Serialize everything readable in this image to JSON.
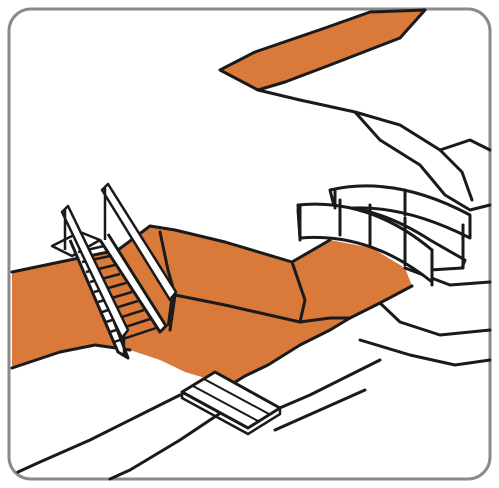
{
  "illustration": {
    "colors": {
      "path_fill": "#d97a3a",
      "ink": "#1a1a1a",
      "frame_stroke": "#8a8a8a",
      "background": "#ffffff"
    },
    "elements": [
      "rounded-frame",
      "ditch-channel",
      "staircase",
      "arched-footbridge",
      "plank-bridge",
      "terrain-ridges"
    ]
  }
}
